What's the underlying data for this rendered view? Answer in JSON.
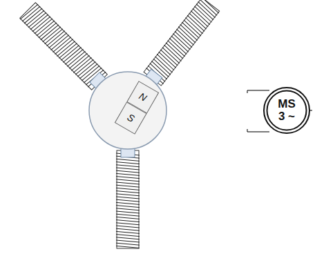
{
  "diagram": {
    "nodes": [
      {
        "text": [
          "N"
        ]
      },
      {
        "text": [
          "S"
        ]
      },
      {
        "text": [
          "MS",
          "3 ~"
        ]
      }
    ]
  }
}
